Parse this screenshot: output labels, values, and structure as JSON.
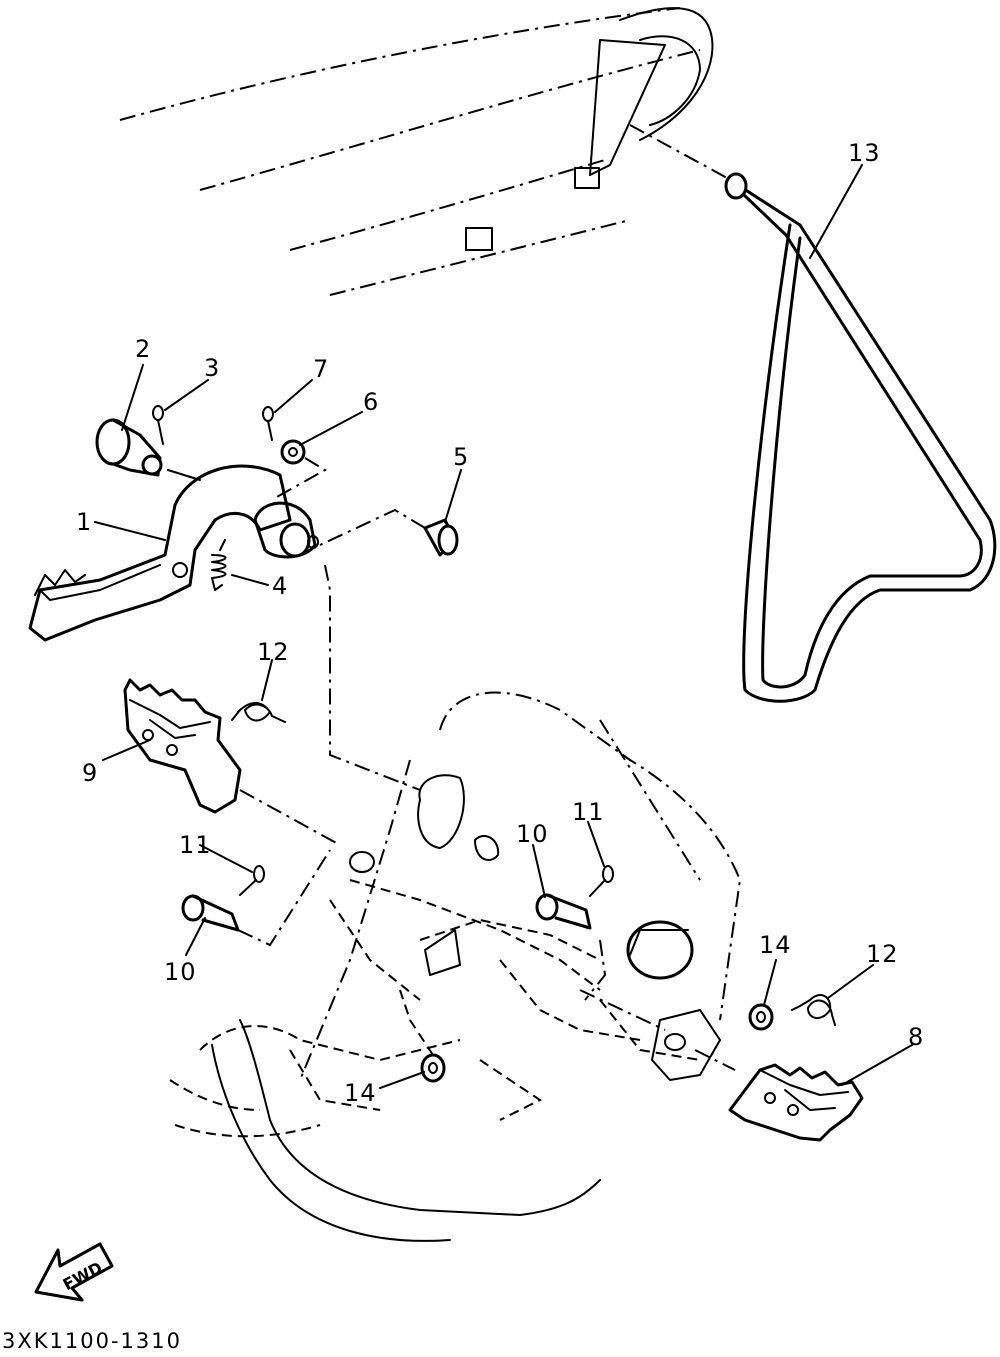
{
  "callouts": [
    {
      "id": "c1",
      "text": "1"
    },
    {
      "id": "c2",
      "text": "2"
    },
    {
      "id": "c3",
      "text": "3"
    },
    {
      "id": "c4",
      "text": "4"
    },
    {
      "id": "c5",
      "text": "5"
    },
    {
      "id": "c6",
      "text": "6"
    },
    {
      "id": "c7",
      "text": "7"
    },
    {
      "id": "c8",
      "text": "8"
    },
    {
      "id": "c9",
      "text": "9"
    },
    {
      "id": "c10a",
      "text": "10"
    },
    {
      "id": "c10b",
      "text": "10"
    },
    {
      "id": "c11a",
      "text": "11"
    },
    {
      "id": "c11b",
      "text": "11"
    },
    {
      "id": "c12a",
      "text": "12"
    },
    {
      "id": "c12b",
      "text": "12"
    },
    {
      "id": "c13",
      "text": "13"
    },
    {
      "id": "c14a",
      "text": "14"
    },
    {
      "id": "c14b",
      "text": "14"
    }
  ],
  "fwd_label": "FWD",
  "diagram_code": "3XK1100-1310"
}
